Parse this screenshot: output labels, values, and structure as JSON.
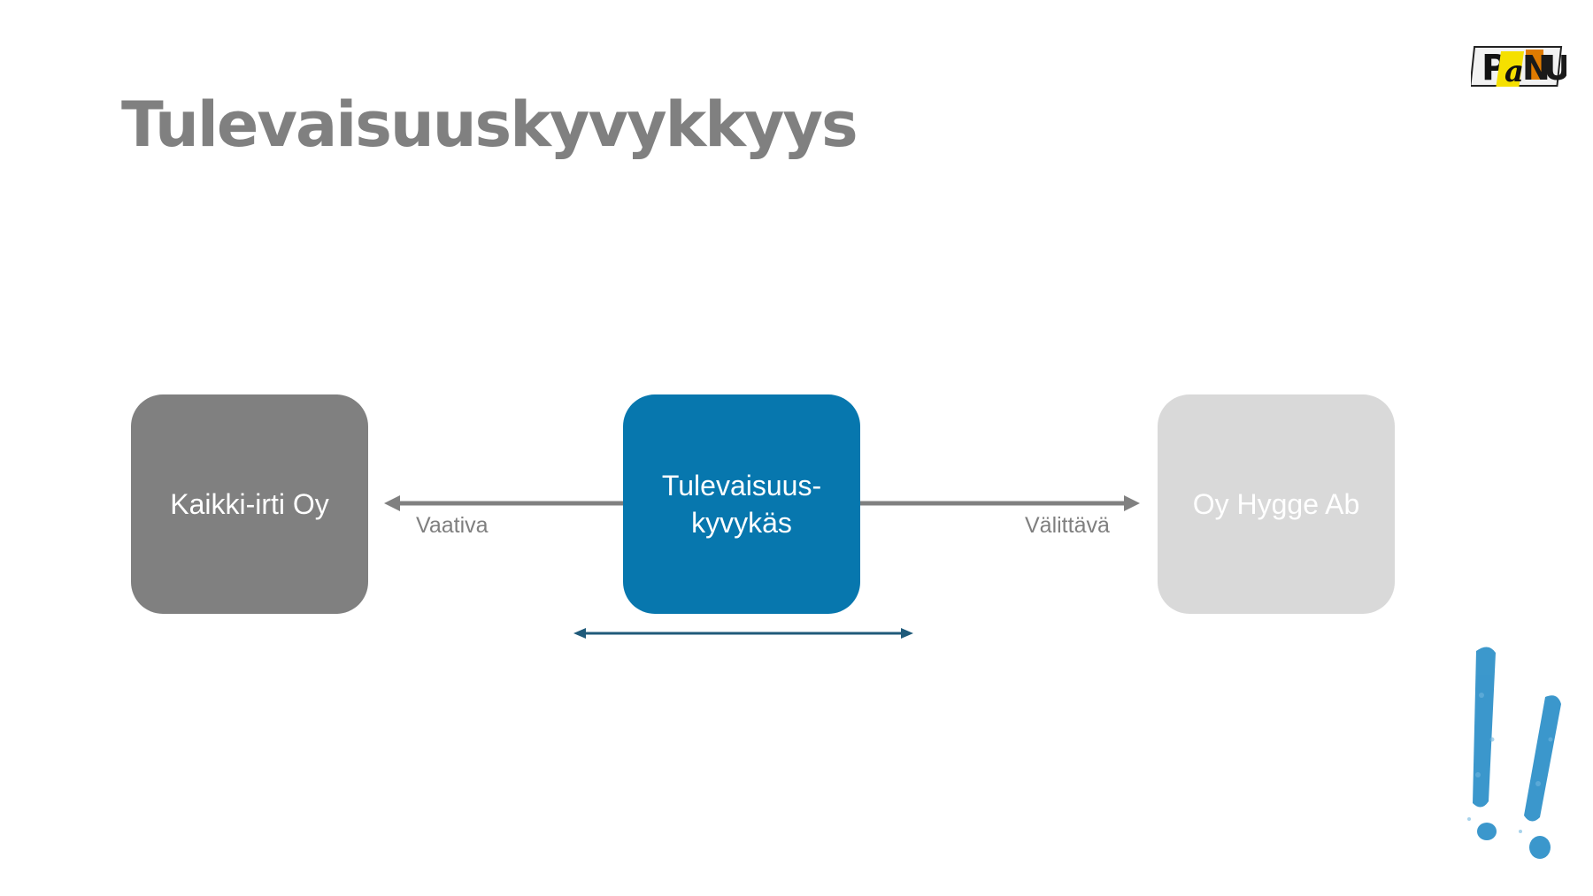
{
  "slide": {
    "title": "Tulevaisuuskyvykkyys",
    "logo_text": "PaNU"
  },
  "diagram": {
    "nodes": [
      {
        "id": "left",
        "label": "Kaikki-irti Oy",
        "color": "#808080"
      },
      {
        "id": "center",
        "label": "Tulevaisuus-\nkyvykäs",
        "color": "#0777AE"
      },
      {
        "id": "right",
        "label": "Oy Hygge Ab",
        "color": "#D9D9D9"
      }
    ],
    "edges": [
      {
        "from": "center",
        "to": "left",
        "label": "Vaativa",
        "color": "#808080"
      },
      {
        "from": "center",
        "to": "right",
        "label": "Välittävä",
        "color": "#808080"
      },
      {
        "from": "center",
        "to": "center",
        "label": "",
        "bidirectional": true,
        "color": "#1F5A7A"
      }
    ]
  },
  "decoration": {
    "exclamation_icon": "double-exclamation-icon",
    "accent_color": "#2B8FC8"
  }
}
